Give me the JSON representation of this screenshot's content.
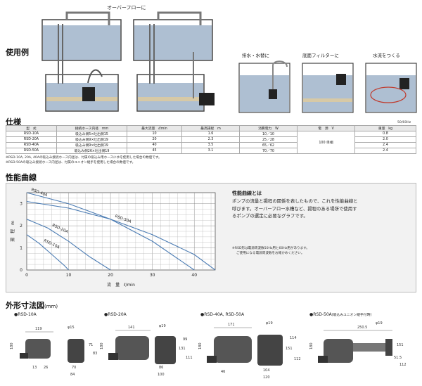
{
  "section_usage": {
    "title": "使用例",
    "overflow_label": "オーバーフローに",
    "examples": [
      "排水・水替に",
      "底面フィルターに",
      "水流をつくる"
    ]
  },
  "section_spec": {
    "title": "仕様",
    "unit_note": "50/60Hz",
    "headers": [
      "型　式",
      "接続ホース内径　mm",
      "最大流量　ℓ/min",
      "最高揚程　m",
      "消費電力　W",
      "電　源　V",
      "重量　kg"
    ],
    "rows": [
      [
        "RSD-10A",
        "吸込み側5×吐出側15",
        "10",
        "1.6",
        "10／10",
        "",
        "0.8"
      ],
      [
        "RSD-20A",
        "吸込み側9×吐出側19",
        "20",
        "2.3",
        "25／28",
        "100 単相",
        "2.0"
      ],
      [
        "RSD-40A",
        "吸込み側9×吐出側19",
        "40",
        "3.5",
        "65／62",
        "",
        "2.4"
      ],
      [
        "RSD-50A",
        "吸込み側26×吐出側19",
        "45",
        "3.1",
        "70／70",
        "",
        "2.4"
      ]
    ],
    "notes": [
      "※RSD-10A, 20A, 40Aの吸込み接続ホース内径は、付属の吸込み用ホースに水を使用した場合の数値です。",
      "※RSD-50Aの吸込み接続ホース内径は、付属のユニオン継手を使用した場合の数値です。"
    ]
  },
  "section_performance": {
    "title": "性能曲線",
    "desc_title": "性能曲線とは",
    "desc_lines": [
      "ポンプの流量と揚程の関係を表したもので、これを性能曲線と",
      "呼びます。オーバーフロー水槽など、揚程のある場所で使用す",
      "るポンプの選定に必要なグラフです。"
    ],
    "notes": [
      "※RSD形は電源周波数50Hz用と60Hz用があります。",
      "ご使用になる電源周波数をお確かめください。"
    ]
  },
  "chart_data": {
    "type": "line",
    "title": "",
    "xlabel": "流　量　ℓ/min",
    "ylabel": "揚　程　m",
    "xlim": [
      0,
      45
    ],
    "ylim": [
      0,
      3.5
    ],
    "x_ticks": [
      0,
      10,
      20,
      30,
      40
    ],
    "y_ticks": [
      0,
      1,
      2,
      3
    ],
    "grid": true,
    "series": [
      {
        "name": "RSD-10A",
        "x": [
          0,
          3,
          6,
          9,
          10
        ],
        "y": [
          1.6,
          1.2,
          0.7,
          0.2,
          0
        ]
      },
      {
        "name": "RSD-20A",
        "x": [
          0,
          5,
          10,
          15,
          20
        ],
        "y": [
          2.3,
          1.9,
          1.3,
          0.6,
          0
        ]
      },
      {
        "name": "RSD-40A",
        "x": [
          0,
          10,
          20,
          30,
          40
        ],
        "y": [
          3.5,
          3.0,
          2.3,
          1.3,
          0
        ]
      },
      {
        "name": "RSD-50A",
        "x": [
          0,
          10,
          20,
          30,
          40,
          45
        ],
        "y": [
          3.1,
          2.8,
          2.3,
          1.6,
          0.7,
          0
        ]
      }
    ]
  },
  "section_dimensions": {
    "title": "外形寸法図",
    "unit": "(mm)",
    "models": [
      {
        "name": "●RSD-10A",
        "dims": [
          "119",
          "φ15",
          "180",
          "13",
          "26",
          "70",
          "84",
          "71",
          "83"
        ]
      },
      {
        "name": "●RSD-20A",
        "dims": [
          "141",
          "φ19",
          "180",
          "131",
          "86",
          "100",
          "99",
          "111"
        ]
      },
      {
        "name": "●RSD-40A, RSD-50A",
        "dims": [
          "171",
          "φ19",
          "180",
          "151",
          "46",
          "104",
          "120",
          "114",
          "112"
        ]
      },
      {
        "name": "●RSD-50A",
        "note": "(吸込みユニオン継手付時)",
        "dims": [
          "250.5",
          "φ19",
          "180",
          "151",
          "51.5",
          "112"
        ]
      }
    ]
  }
}
